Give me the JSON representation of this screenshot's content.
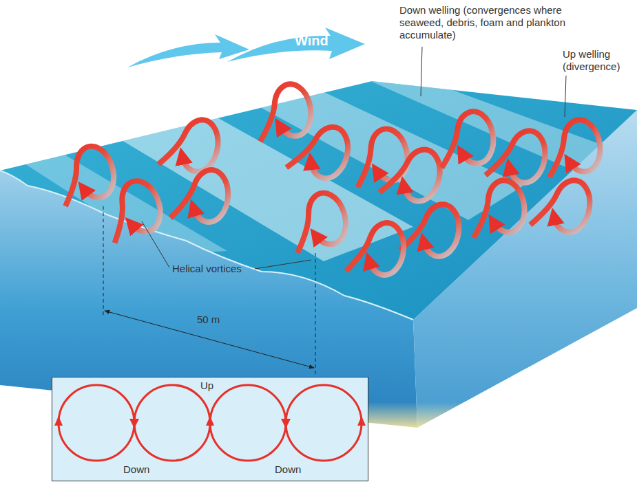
{
  "diagram": {
    "nodes": [
      {
        "text": [
          "Wind"
        ]
      },
      {
        "text": [
          "Up",
          "Down",
          "Down"
        ]
      }
    ],
    "labels": [
      "Down welling (convergences where seaweed, debris, foam and plankton accumulate)",
      "Up welling (divergence)",
      "Helical vortices",
      "50 m"
    ]
  }
}
